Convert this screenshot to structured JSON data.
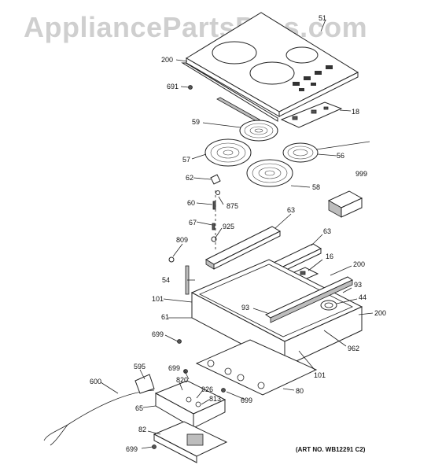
{
  "watermark": "AppliancePartsPros.com",
  "art_number": "(ART NO. WB12291 C2)",
  "callouts": {
    "p51": "51",
    "p200a": "200",
    "p691": "691",
    "p18": "18",
    "p59": "59",
    "p57": "57",
    "p56": "56",
    "p999": "999",
    "p62": "62",
    "p58": "58",
    "p60": "60",
    "p875": "875",
    "p63a": "63",
    "p67": "67",
    "p925": "925",
    "p809": "809",
    "p63b": "63",
    "p16": "16",
    "p200b": "200",
    "p54": "54",
    "p93a": "93",
    "p101a": "101",
    "p93b": "93",
    "p44": "44",
    "p61": "61",
    "p200c": "200",
    "p699a": "699",
    "p962": "962",
    "p699b": "699",
    "p101b": "101",
    "p595": "595",
    "p820": "820",
    "p600": "600",
    "p926": "926",
    "p80": "80",
    "p813": "813",
    "p699c": "699",
    "p65": "65",
    "p82": "82",
    "p699d": "699"
  }
}
